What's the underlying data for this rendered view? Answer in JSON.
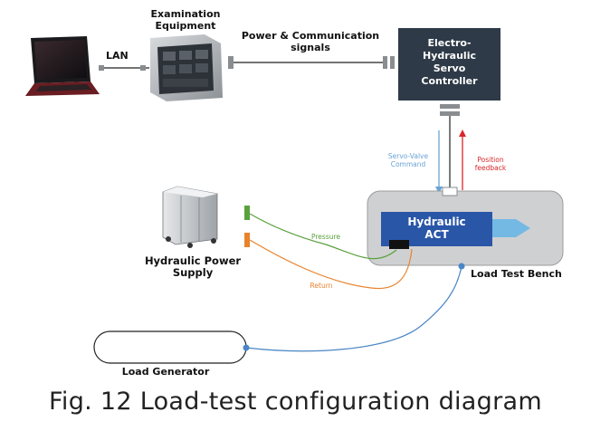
{
  "nodes": {
    "laptop": {
      "label": ""
    },
    "examination_equipment": {
      "label_line1": "Examination",
      "label_line2": "Equipment"
    },
    "servo_controller": {
      "line1": "Electro-",
      "line2": "Hydraulic",
      "line3": "Servo",
      "line4": "Controller"
    },
    "hydraulic_act": {
      "line1": "Hydraulic",
      "line2": "ACT"
    },
    "hydraulic_power_supply": {
      "line1": "Hydraulic Power",
      "line2": "Supply"
    },
    "load_test_bench": {
      "label": "Load Test Bench"
    },
    "load_generator": {
      "label": "Load Generator"
    }
  },
  "edges": {
    "lan": {
      "label": "LAN"
    },
    "power_comm": {
      "line1": "Power & Communication",
      "line2": "signals"
    },
    "servo_valve_command": {
      "line1": "Servo-Valve",
      "line2": "Command",
      "color": "#6aa3d5"
    },
    "position_feedback": {
      "line1": "Position",
      "line2": "feedback",
      "color": "#d9262a"
    },
    "pressure": {
      "label": "Pressure",
      "color": "#5aa13e"
    },
    "return": {
      "label": "Return",
      "color": "#e8822c"
    },
    "load_line": {
      "color": "#4a86c5"
    }
  },
  "colors": {
    "controller_bg": "#2e3a47",
    "act_bg": "#2a56a8",
    "bench_bg": "#cfd0d2"
  },
  "caption": "Fig. 12 Load-test configuration diagram"
}
